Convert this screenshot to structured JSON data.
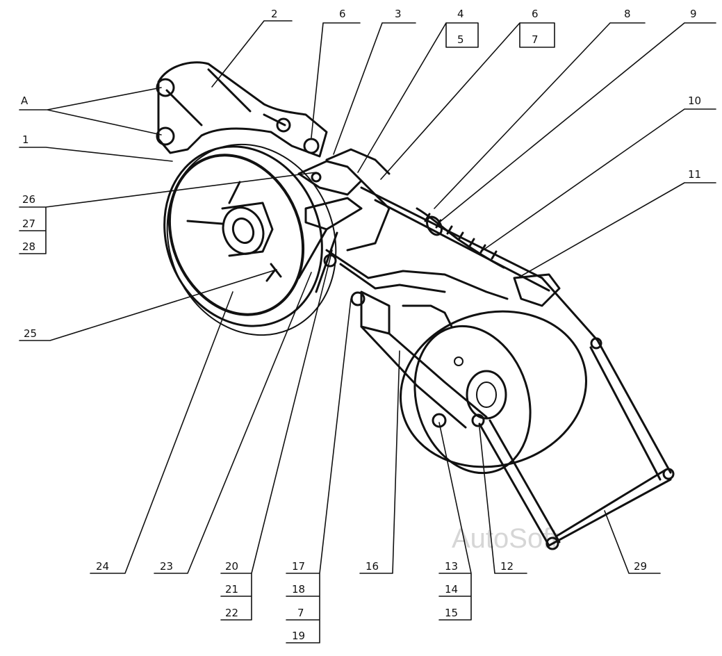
{
  "figure": {
    "callouts": [
      {
        "id": "A",
        "text": "A"
      },
      {
        "id": "1",
        "text": "1"
      },
      {
        "id": "2",
        "text": "2"
      },
      {
        "id": "3",
        "text": "3"
      },
      {
        "id": "4",
        "text": "4"
      },
      {
        "id": "5",
        "text": "5"
      },
      {
        "id": "6a",
        "text": "6"
      },
      {
        "id": "6b",
        "text": "6"
      },
      {
        "id": "7a",
        "text": "7"
      },
      {
        "id": "8",
        "text": "8"
      },
      {
        "id": "9",
        "text": "9"
      },
      {
        "id": "10",
        "text": "10"
      },
      {
        "id": "11",
        "text": "11"
      },
      {
        "id": "12",
        "text": "12"
      },
      {
        "id": "13",
        "text": "13"
      },
      {
        "id": "14",
        "text": "14"
      },
      {
        "id": "15",
        "text": "15"
      },
      {
        "id": "16",
        "text": "16"
      },
      {
        "id": "17",
        "text": "17"
      },
      {
        "id": "18",
        "text": "18"
      },
      {
        "id": "7b",
        "text": "7"
      },
      {
        "id": "19",
        "text": "19"
      },
      {
        "id": "20",
        "text": "20"
      },
      {
        "id": "21",
        "text": "21"
      },
      {
        "id": "22",
        "text": "22"
      },
      {
        "id": "23",
        "text": "23"
      },
      {
        "id": "24",
        "text": "24"
      },
      {
        "id": "25",
        "text": "25"
      },
      {
        "id": "26",
        "text": "26"
      },
      {
        "id": "27",
        "text": "27"
      },
      {
        "id": "28",
        "text": "28"
      },
      {
        "id": "29",
        "text": "29"
      }
    ],
    "watermark": "AutoSoft"
  }
}
